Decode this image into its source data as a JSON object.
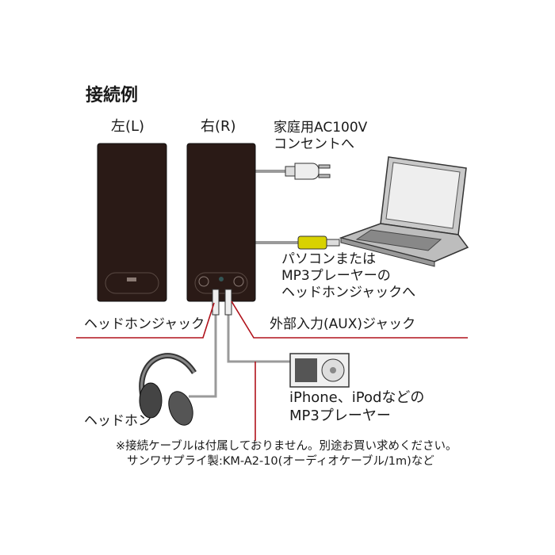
{
  "title": "接続例",
  "speakers": {
    "left_label": "左(L)",
    "right_label": "右(R)"
  },
  "power": {
    "line1": "家庭用AC100V",
    "line2": "コンセントへ"
  },
  "pc": {
    "line1": "パソコンまたは",
    "line2": "MP3プレーヤーの",
    "line3": "ヘッドホンジャックへ"
  },
  "jacks": {
    "headphone_jack": "ヘッドホンジャック",
    "aux_jack": "外部入力(AUX)ジャック"
  },
  "headphones_label": "ヘッドホン",
  "player": {
    "line1": "iPhone、iPodなどの",
    "line2": "MP3プレーヤー"
  },
  "note": {
    "line1": "※接続ケーブルは付属しておりません。別途お買い求めください。",
    "line2": "サンワサプライ製:KM-A2-10(オーディオケーブル/1m)など"
  },
  "colors": {
    "accent_red": "#b0121b",
    "cable_gray": "#9a9a9a",
    "speaker": "#2a1a16",
    "plug_yellow": "#d8d200"
  }
}
